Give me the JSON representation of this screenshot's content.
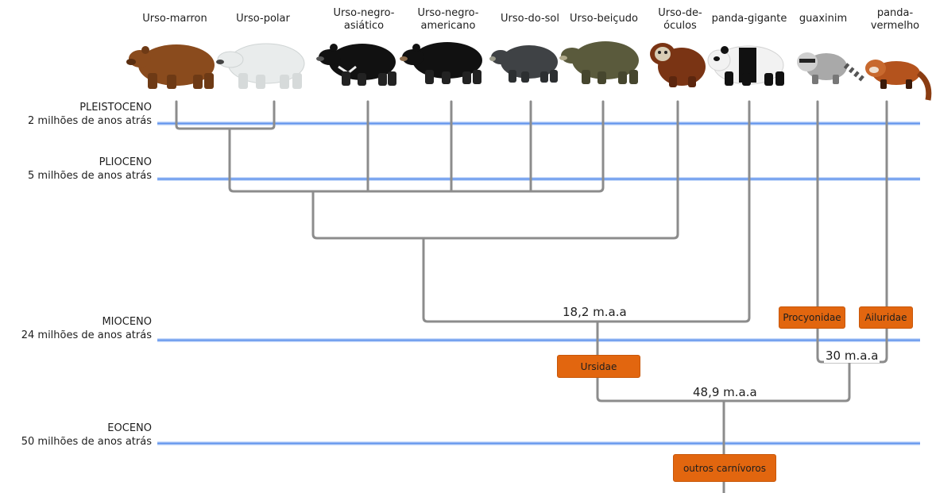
{
  "species": [
    {
      "name": "Urso-marron",
      "color": "#8a4b1d"
    },
    {
      "name": "Urso-polar",
      "color": "#e9ecec"
    },
    {
      "name": "Urso-negro-\nasiático",
      "color": "#111111"
    },
    {
      "name": "Urso-negro-\namericano",
      "color": "#111111"
    },
    {
      "name": "Urso-do-sol",
      "color": "#3f4245"
    },
    {
      "name": "Urso-beiçudo",
      "color": "#5a5a3c"
    },
    {
      "name": "Urso-de-\nóculos",
      "color": "#7a3414"
    },
    {
      "name": "panda-gigante",
      "color": "#f2f2f2"
    },
    {
      "name": "guaxinim",
      "color": "#a9a9a9"
    },
    {
      "name": "panda-\nvermelho",
      "color": "#b4531d"
    }
  ],
  "eras": [
    {
      "name": "PLEISTOCENO",
      "time": "2 milhões de anos atrás"
    },
    {
      "name": "PLIOCENO",
      "time": "5 milhões de anos atrás"
    },
    {
      "name": "MIOCENO",
      "time": "24 milhões de anos atrás"
    },
    {
      "name": "EOCENO",
      "time": "50 milhões de anos atrás"
    }
  ],
  "groups": {
    "ursidae": "Ursidae",
    "procyonidae": "Procyonidae",
    "ailuridae": "Ailuridae",
    "outgroup": "outros carnívoros"
  },
  "divergences": {
    "bears_panda": "18,2 m.a.a",
    "procyon_ailurus": "30 m.a.a",
    "root": "48,9 m.a.a"
  },
  "colors": {
    "branch": "#8c8c8c",
    "timeline": "#5b8fe8",
    "tag": "#e2660f"
  }
}
